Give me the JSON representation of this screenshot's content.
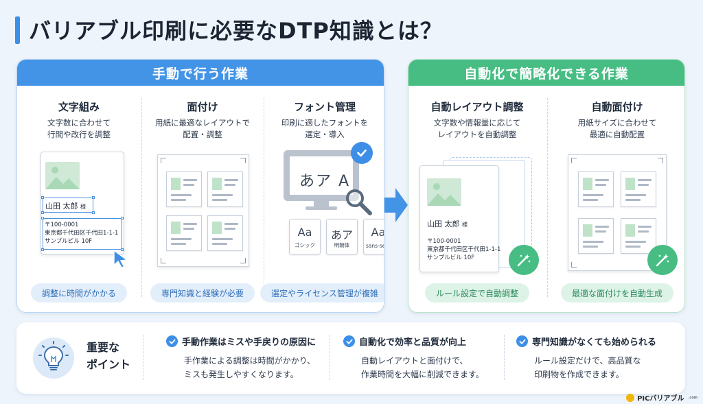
{
  "title": "バリアブル印刷に必要なDTP知識とは？",
  "manual": {
    "header": "手動で行う作業",
    "columns": [
      {
        "title": "文字組み",
        "desc1": "文字数に合わせて",
        "desc2": "行間や改行を調整",
        "pill": "調整に時間がかかる"
      },
      {
        "title": "面付け",
        "desc1": "用紙に最適なレイアウトで",
        "desc2": "配置・調整",
        "pill": "専門知識と経験が必要"
      },
      {
        "title": "フォント管理",
        "desc1": "印刷に適したフォントを",
        "desc2": "選定・導入",
        "pill": "選定やライセンス管理が複雑"
      }
    ],
    "card": {
      "name": "山田 太郎",
      "honorific": "様",
      "zip": "〒100-0001",
      "addr1": "東京都千代田区千代田1-1-1",
      "addr2": "サンプルビル 10F"
    },
    "monitor_text": "あア A",
    "font_cards": [
      {
        "glyph": "Aa",
        "label": "ゴシック"
      },
      {
        "glyph": "あア",
        "label": "明朝体"
      },
      {
        "glyph": "Aa",
        "label": "sans-serif"
      }
    ]
  },
  "auto": {
    "header": "自動化で簡略化できる作業",
    "columns": [
      {
        "title": "自動レイアウト調整",
        "desc1": "文字数や情報量に応じて",
        "desc2": "レイアウトを自動調整",
        "pill": "ルール設定で自動調整"
      },
      {
        "title": "自動面付け",
        "desc1": "用紙サイズに合わせて",
        "desc2": "最適に自動配置",
        "pill": "最適な面付けを自動生成"
      }
    ],
    "card": {
      "name": "山田 太郎",
      "honorific": "様",
      "zip": "〒100-0001",
      "addr1": "東京都千代田区千代田1-1-1",
      "addr2": "サンプルビル 10F"
    }
  },
  "key_points": {
    "label1": "重要な",
    "label2": "ポイント",
    "points": [
      {
        "head": "手動作業はミスや手戻りの原因に",
        "line1": "手作業による調整は時間がかかり、",
        "line2": "ミスも発生しやすくなります。"
      },
      {
        "head": "自動化で効率と品質が向上",
        "line1": "自動レイアウトと面付けで、",
        "line2": "作業時間を大幅に削減できます。"
      },
      {
        "head": "専門知識がなくても始められる",
        "line1": "ルール設定だけで、高品質な",
        "line2": "印刷物を作成できます。"
      }
    ]
  },
  "logo": {
    "text": "PICバリアブル",
    "sub": ".com"
  },
  "colors": {
    "blue": "#4393e6",
    "green": "#47bd84",
    "bg": "#eef4fb"
  }
}
